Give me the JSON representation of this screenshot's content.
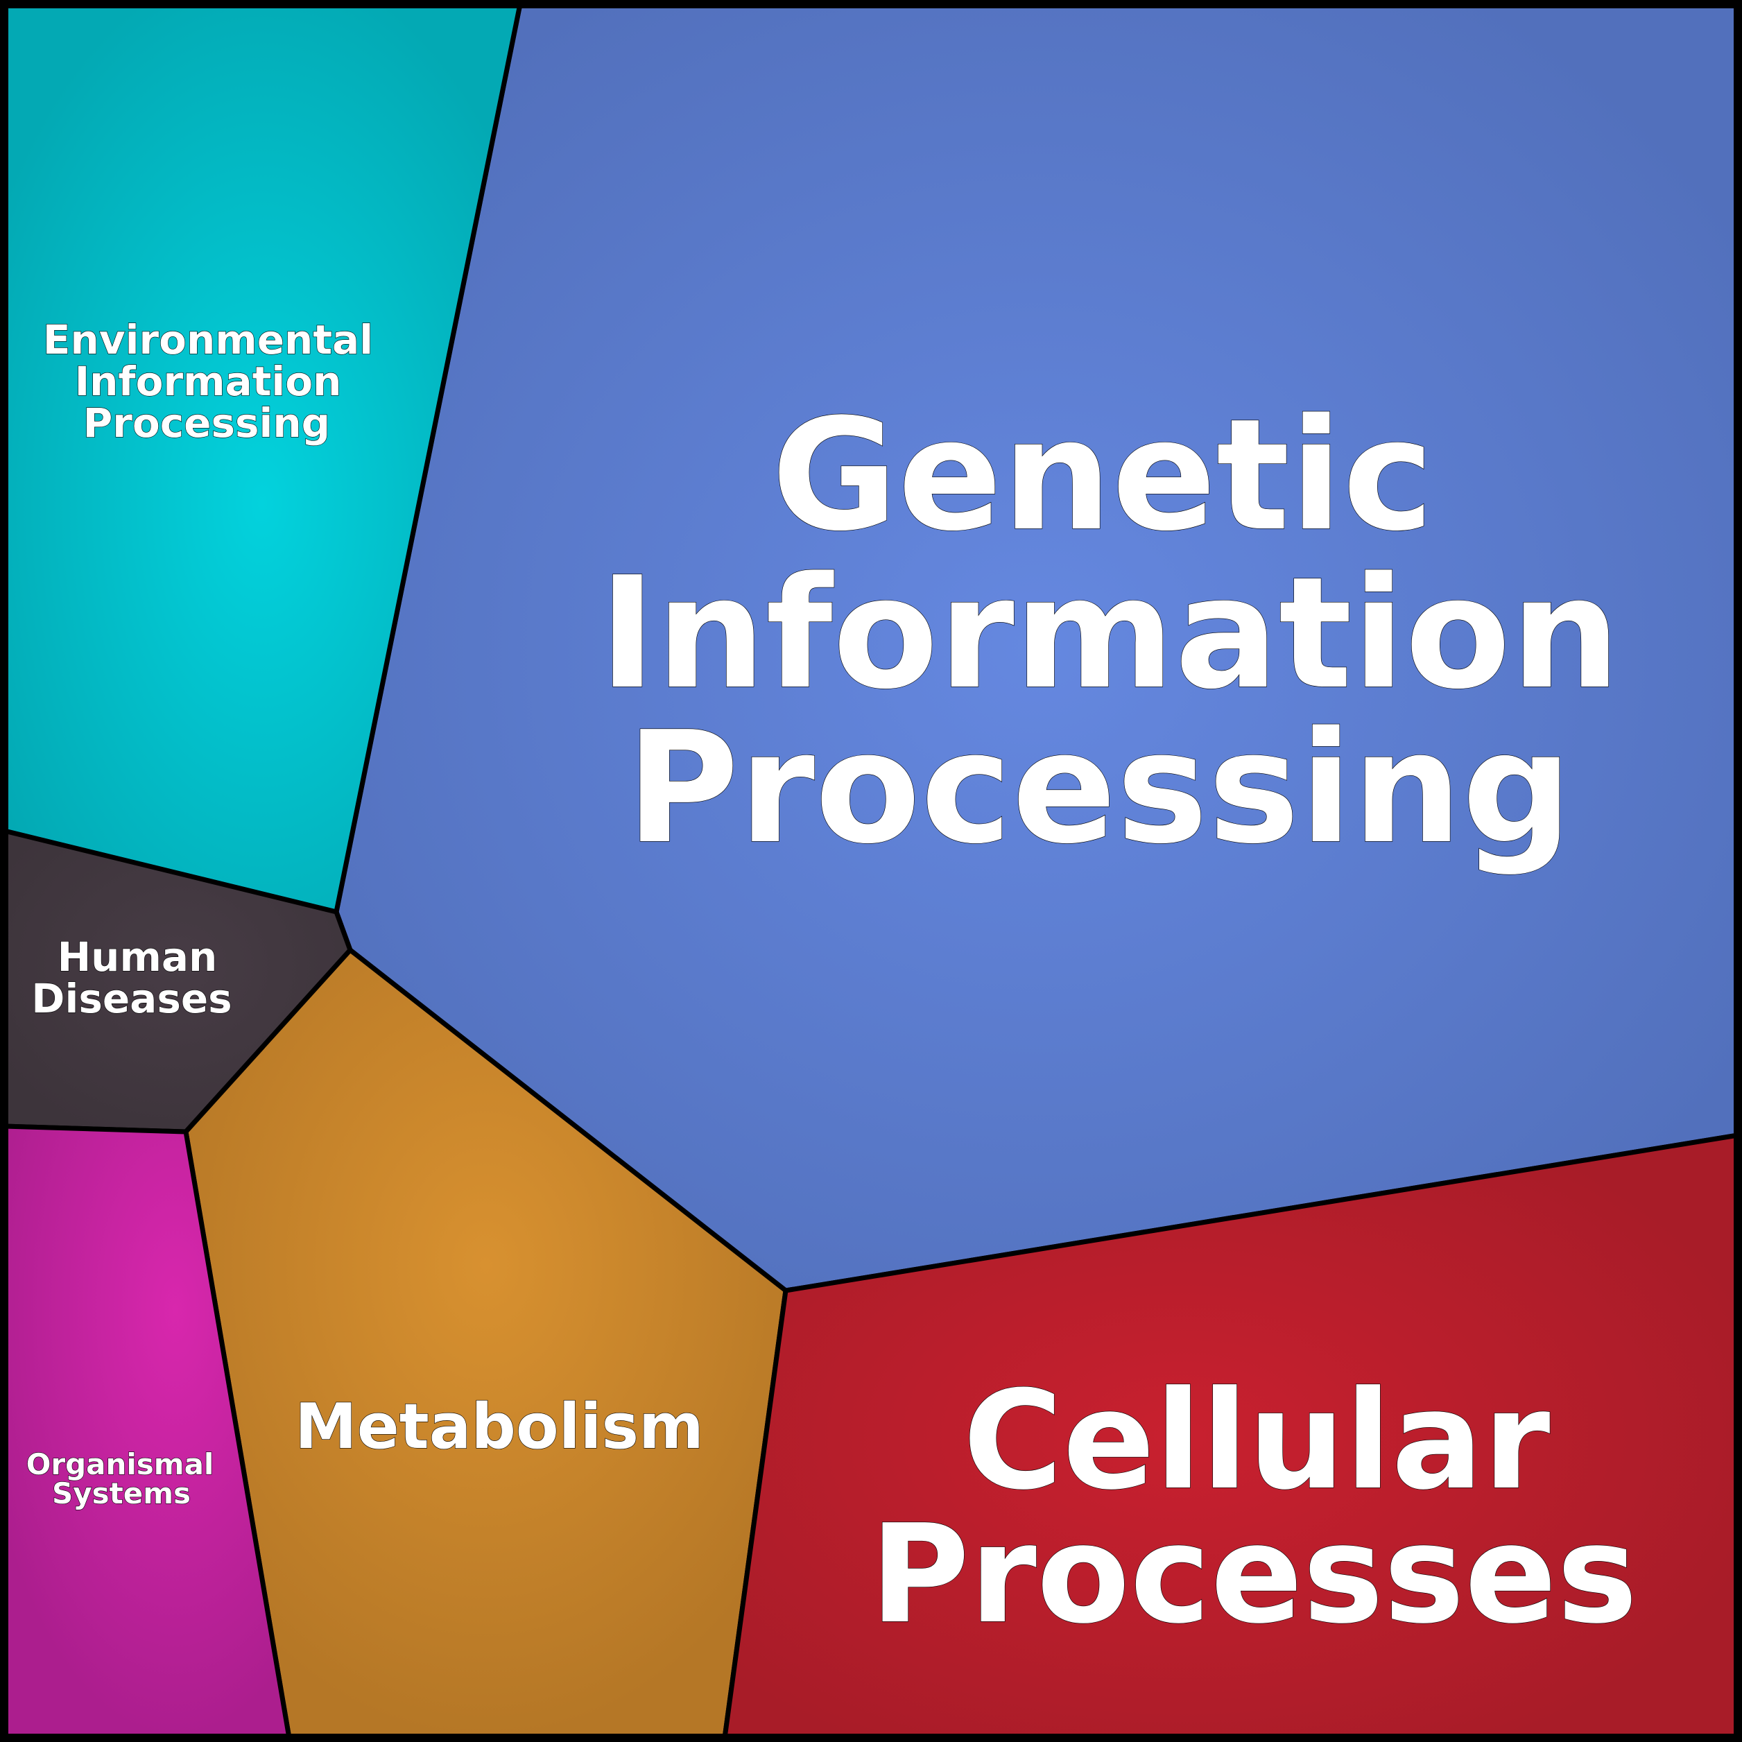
{
  "diagram": {
    "type": "voronoi-treemap",
    "cells": [
      {
        "id": "genetic",
        "label_lines": [
          "Genetic",
          "Information",
          "Processing"
        ],
        "color_center": "#6588e0",
        "color_edge": "#5270bc"
      },
      {
        "id": "environmental",
        "label_lines": [
          "Environmental",
          "Information",
          "Processing"
        ],
        "color_center": "#03d2dd",
        "color_edge": "#03a9b4"
      },
      {
        "id": "human-diseases",
        "label_lines": [
          "Human",
          "Diseases"
        ],
        "color_center": "#473c45",
        "color_edge": "#3d343b"
      },
      {
        "id": "metabolism",
        "label_lines": [
          "Metabolism"
        ],
        "color_center": "#d89130",
        "color_edge": "#b57726"
      },
      {
        "id": "organismal",
        "label_lines": [
          "Organismal",
          "Systems"
        ],
        "color_center": "#d827ad",
        "color_edge": "#ac1e8e"
      },
      {
        "id": "cellular",
        "label_lines": [
          "Cellular",
          "Processes"
        ],
        "color_center": "#c8202f",
        "color_edge": "#a81c28"
      }
    ]
  }
}
